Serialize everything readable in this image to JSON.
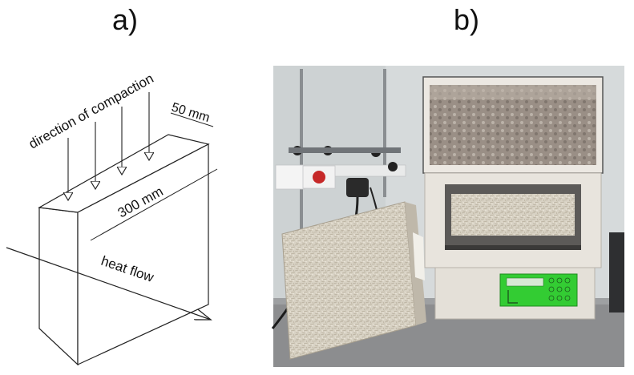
{
  "panels": {
    "a": {
      "label": "a)",
      "annotations": {
        "compaction": "direction of compaction",
        "thickness": "50 mm",
        "length": "300 mm",
        "heat": "heat flow"
      }
    },
    "b": {
      "label": "b)",
      "photo": {
        "description_objects": [
          "wood-wool-sample-board",
          "heat-flow-meter-apparatus",
          "lab-stand-clamps",
          "control-panel"
        ],
        "display_color": "#33cc33"
      }
    }
  }
}
